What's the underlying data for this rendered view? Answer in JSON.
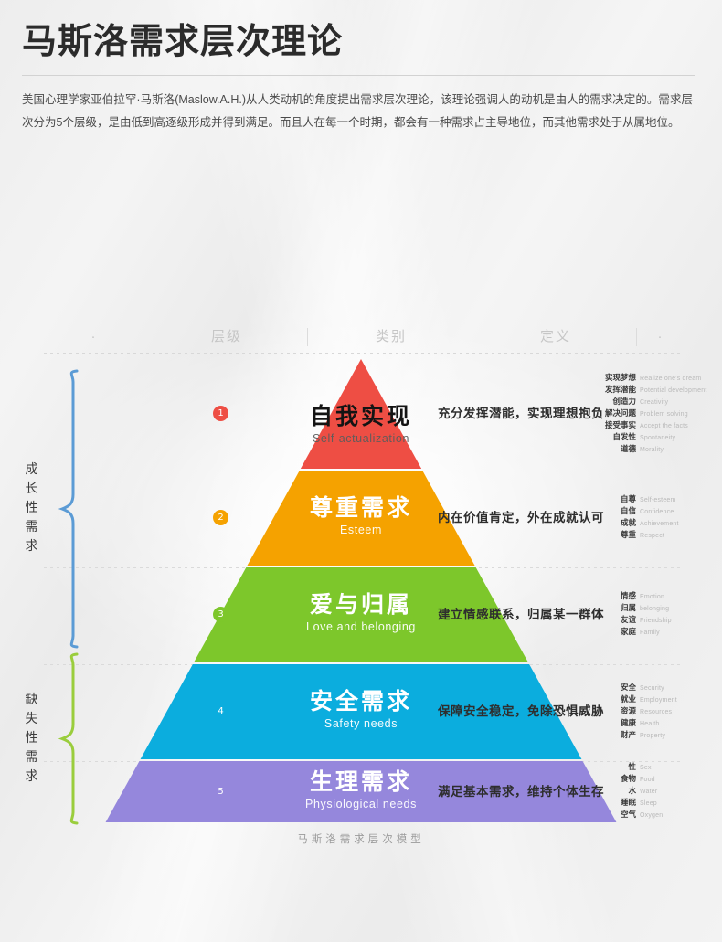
{
  "header": {
    "title": "马斯洛需求层次理论",
    "intro": "美国心理学家亚伯拉罕·马斯洛(Maslow.A.H.)从人类动机的角度提出需求层次理论，该理论强调人的动机是由人的需求决定的。需求层次分为5个层级，是由低到高逐级形成并得到满足。而且人在每一个时期，都会有一种需求占主导地位，而其他需求处于从属地位。"
  },
  "columns": [
    {
      "key": "num",
      "label": "·"
    },
    {
      "key": "level",
      "label": "层级"
    },
    {
      "key": "type",
      "label": "类别"
    },
    {
      "key": "def",
      "label": "定义"
    },
    {
      "key": "kw",
      "label": "·"
    }
  ],
  "groups": [
    {
      "name": "成长性需求",
      "color": "#5B9BD5"
    },
    {
      "name": "缺失性需求",
      "color": "#9ACD3C"
    }
  ],
  "caption": "马斯洛需求层次模型",
  "chart_data": {
    "type": "pyramid",
    "title": "马斯洛需求层次模型",
    "levels": [
      {
        "rank": "1",
        "cn": "自我实现",
        "en": "Self-actualization",
        "definition": "充分发挥潜能，实现理想抱负",
        "color": "#EE4E44",
        "group": "成长性需求",
        "keywords": [
          {
            "zh": "实现梦想",
            "en": "Realize one's dream"
          },
          {
            "zh": "发挥潜能",
            "en": "Potential development"
          },
          {
            "zh": "创造力",
            "en": "Creativity"
          },
          {
            "zh": "解决问题",
            "en": "Problem solving"
          },
          {
            "zh": "接受事实",
            "en": "Accept the facts"
          },
          {
            "zh": "自发性",
            "en": "Spontaneity"
          },
          {
            "zh": "道德",
            "en": "Morality"
          }
        ]
      },
      {
        "rank": "2",
        "cn": "尊重需求",
        "en": "Esteem",
        "definition": "内在价值肯定，外在成就认可",
        "color": "#F5A200",
        "group": "成长性需求",
        "keywords": [
          {
            "zh": "自尊",
            "en": "Self-esteem"
          },
          {
            "zh": "自信",
            "en": "Confidence"
          },
          {
            "zh": "成就",
            "en": "Achievement"
          },
          {
            "zh": "尊重",
            "en": "Respect"
          }
        ]
      },
      {
        "rank": "3",
        "cn": "爱与归属",
        "en": "Love and belonging",
        "definition": "建立情感联系，归属某一群体",
        "color": "#7DC72B",
        "group": "成长性需求",
        "keywords": [
          {
            "zh": "情感",
            "en": "Emotion"
          },
          {
            "zh": "归属",
            "en": "belonging"
          },
          {
            "zh": "友谊",
            "en": "Friendship"
          },
          {
            "zh": "家庭",
            "en": "Family"
          }
        ]
      },
      {
        "rank": "4",
        "cn": "安全需求",
        "en": "Safety needs",
        "definition": "保障安全稳定，免除恐惧威胁",
        "color": "#0BADDE",
        "group": "缺失性需求",
        "keywords": [
          {
            "zh": "安全",
            "en": "Security"
          },
          {
            "zh": "就业",
            "en": "Employment"
          },
          {
            "zh": "资源",
            "en": "Resources"
          },
          {
            "zh": "健康",
            "en": "Health"
          },
          {
            "zh": "财产",
            "en": "Property"
          }
        ]
      },
      {
        "rank": "5",
        "cn": "生理需求",
        "en": "Physiological needs",
        "definition": "满足基本需求，维持个体生存",
        "color": "#9587DC",
        "group": "缺失性需求",
        "keywords": [
          {
            "zh": "性",
            "en": "Sex"
          },
          {
            "zh": "食物",
            "en": "Food"
          },
          {
            "zh": "水",
            "en": "Water"
          },
          {
            "zh": "睡眠",
            "en": "Sleep"
          },
          {
            "zh": "空气",
            "en": "Oxygen"
          }
        ]
      }
    ]
  }
}
